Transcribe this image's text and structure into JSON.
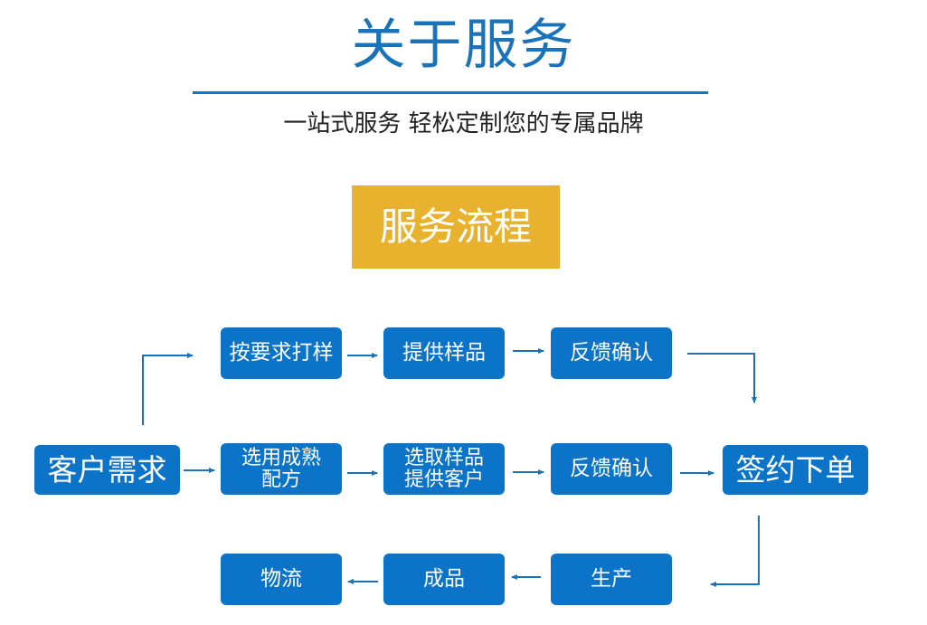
{
  "header": {
    "title": "关于服务",
    "subtitle": "一站式服务 轻松定制您的专属品牌"
  },
  "section": {
    "label": "服务流程"
  },
  "flow": {
    "start": "客户需求",
    "top_row": [
      "按要求打样",
      "提供样品",
      "反馈确认"
    ],
    "middle_row": [
      [
        "选用成熟",
        "配方"
      ],
      [
        "选取样品",
        "提供客户"
      ],
      [
        "反馈确认"
      ]
    ],
    "end": "签约下单",
    "bottom_row": [
      "物流",
      "成品",
      "生产"
    ]
  },
  "colors": {
    "title_blue": "#1a72b8",
    "node_blue": "#0b74c9",
    "badge_gold": "#e8b12e",
    "text_dark": "#222222"
  }
}
